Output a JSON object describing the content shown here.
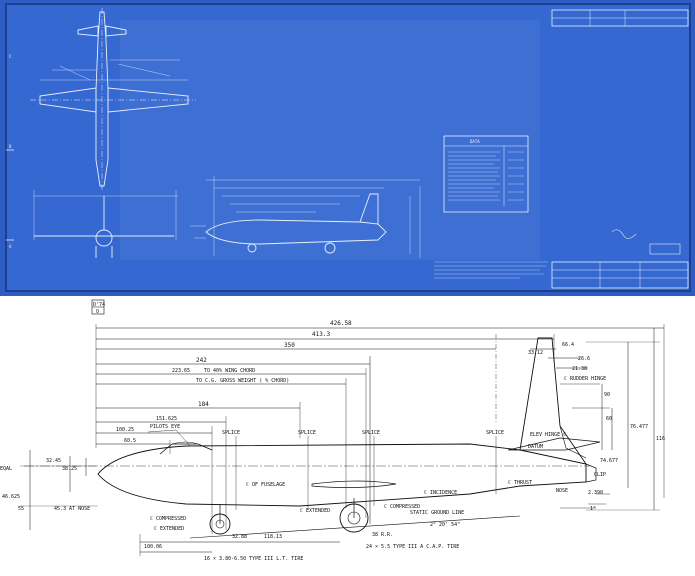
{
  "blueprint": {
    "data_table_title": "DATA",
    "zone_letters": [
      "C",
      "B",
      "A"
    ]
  },
  "drawing": {
    "corner_tag": [
      "D'74",
      "O"
    ],
    "dimensions": {
      "overall": "426.58",
      "d413": "413.3",
      "d350": "350",
      "d242": "242",
      "d223": "223.65",
      "d184": "184",
      "d151": "151.625",
      "d100": "100.25",
      "d60": "60.5",
      "top_a": "66.4",
      "top_b": "33.12",
      "top_c": "26.6",
      "top_d": "21.38",
      "fin_90": "90",
      "fin_60": "60",
      "fin_height": "76.477",
      "total_height": "116",
      "left_a": "32.45",
      "left_b": "38.25",
      "left_c": "46.625",
      "left_d": "45.3",
      "left_e": "55",
      "main_gear": "118.13",
      "nose_gear": "100.06",
      "wheel_a": "32.88",
      "wheel_b": "38 R.R.",
      "tail_a": "74.677",
      "tail_b": "2.390",
      "angle": "1°"
    },
    "labels": {
      "wing_chord": "TO 40% WING CHORD",
      "cg": "TO C.G. GROSS WEIGHT ( % CHORD)",
      "pilots_eye": "PILOTS EYE",
      "splice1": "SPLICE",
      "splice2": "SPLICE",
      "splice3": "SPLICE",
      "splice4": "SPLICE",
      "fuselage": "ℂ OF FUSELAGE",
      "incidence": "ℂ INCIDENCE",
      "thrust": "ℂ THRUST",
      "rudder_hinge": "ℂ RUDDER HINGE",
      "elev_hinge": "ELEV HINGE ℂ",
      "datum": "DATUM",
      "compressed_left": "ℂ COMPRESSED",
      "extended_left": "ℂ EXTENDED",
      "compressed_main": "ℂ COMPRESSED",
      "extended_main": "ℂ EXTENDED",
      "ground_line": "STATIC GROUND LINE",
      "ground_angle": "2° 20' 54\"",
      "nose_tire": "16 × 3.80-6.50 TYPE III  L.T. TIRE",
      "main_tire": "24 × 5.5 TYPE III A  C.A.P. TIRE",
      "nose_ref": "NOSE",
      "at_nose": "45.3 AT NOSE",
      "eqal": "EQAL",
      "clip": "CLIP"
    }
  }
}
